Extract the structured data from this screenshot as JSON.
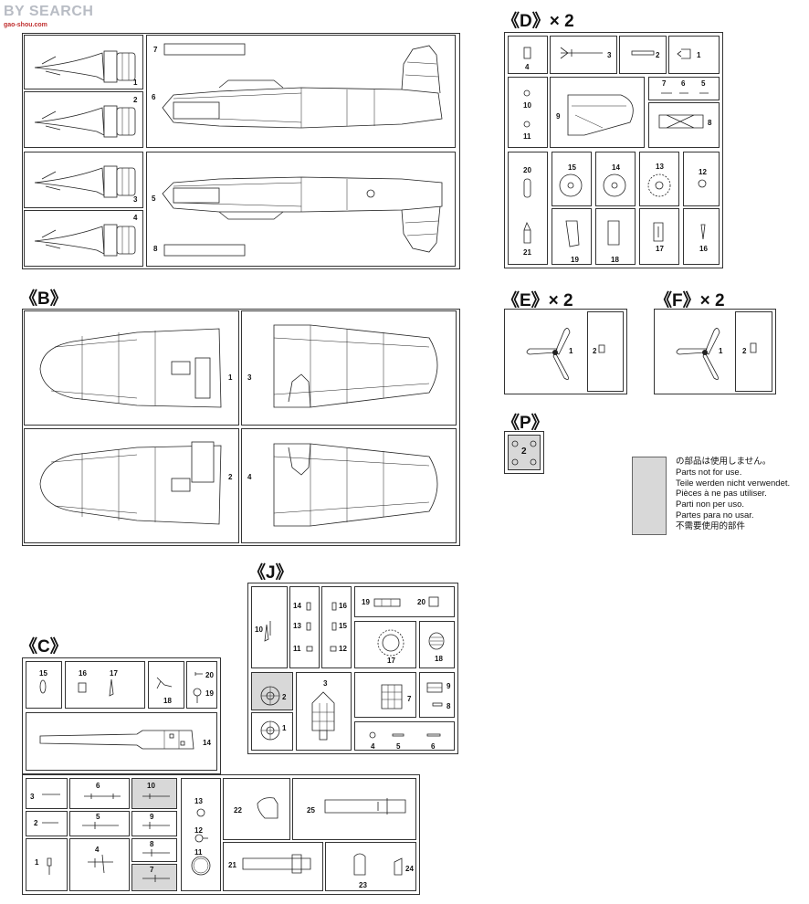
{
  "watermark": {
    "text": "BY SEARCH",
    "sub": "gao-shou.com"
  },
  "sprues": {
    "A": {
      "parts": [
        "1",
        "2",
        "3",
        "4",
        "5",
        "6",
        "7",
        "8"
      ]
    },
    "B": {
      "title": "《B》",
      "parts": [
        "1",
        "2",
        "3",
        "4"
      ]
    },
    "C": {
      "title": "《C》",
      "parts": [
        "1",
        "2",
        "3",
        "4",
        "5",
        "6",
        "7",
        "8",
        "9",
        "10",
        "11",
        "12",
        "13",
        "14",
        "15",
        "16",
        "17",
        "18",
        "19",
        "20",
        "21",
        "22",
        "23",
        "24",
        "25"
      ]
    },
    "D": {
      "title": "《D》× 2",
      "parts": [
        "1",
        "2",
        "3",
        "4",
        "5",
        "6",
        "7",
        "8",
        "9",
        "10",
        "11",
        "12",
        "13",
        "14",
        "15",
        "16",
        "17",
        "18",
        "19",
        "20",
        "21"
      ]
    },
    "E": {
      "title": "《E》× 2",
      "parts": [
        "1",
        "2"
      ]
    },
    "F": {
      "title": "《F》× 2",
      "parts": [
        "1",
        "2"
      ]
    },
    "P": {
      "title": "《P》",
      "parts": [
        "2"
      ]
    },
    "J": {
      "title": "《J》",
      "parts": [
        "1",
        "2",
        "3",
        "4",
        "5",
        "6",
        "7",
        "8",
        "9",
        "10",
        "11",
        "12",
        "13",
        "14",
        "15",
        "16",
        "17",
        "18",
        "19",
        "20"
      ]
    }
  },
  "legend": {
    "lines": [
      "の部品は使用しません。",
      "Teile werden nicht verwendet.",
      "Pièces à ne pas utiliser.",
      "Parti non per uso.",
      "Partes para no usar.",
      "不需要使用的部件"
    ],
    "line0": "の部品は使用しません。",
    "line1": "Parts not for use.",
    "line2": "Teile werden nicht verwendet.",
    "line3": "Pièces à ne pas utiliser.",
    "line4": "Parti non per uso.",
    "line5": "Partes para no usar.",
    "line6": "不需要使用的部件"
  }
}
